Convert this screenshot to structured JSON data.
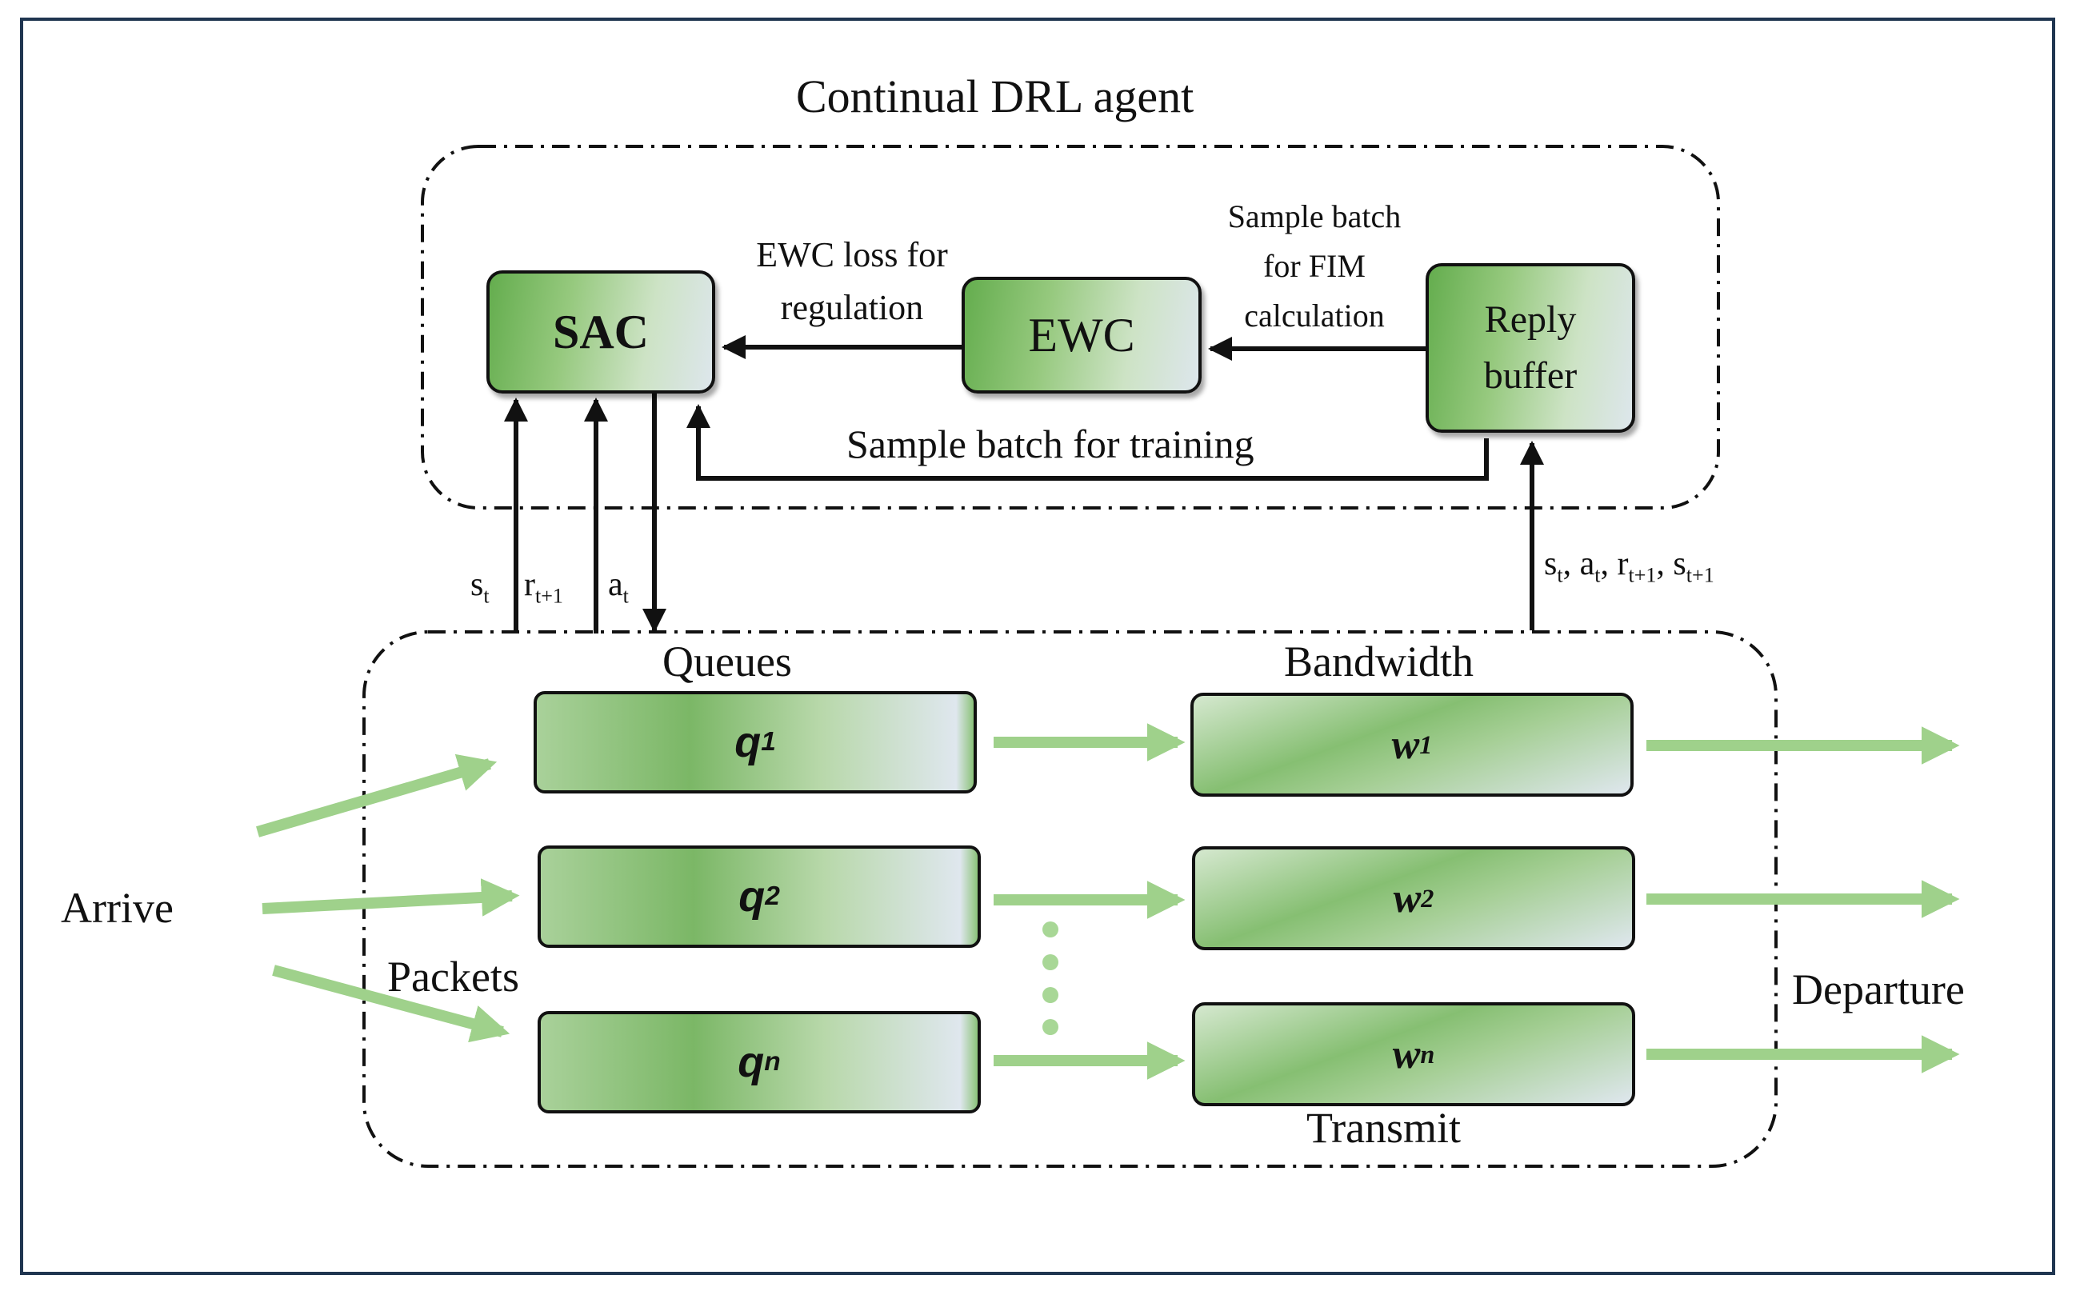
{
  "agent": {
    "title": "Continual DRL agent",
    "sac_label": "SAC",
    "ewc_label": "EWC",
    "buffer_line1": "Reply",
    "buffer_line2": "buffer",
    "ewc_loss_line1": "EWC loss for",
    "ewc_loss_line2": "regulation",
    "fim_line1": "Sample batch",
    "fim_line2": "for FIM",
    "fim_line3": "calculation",
    "training_label": "Sample batch for training"
  },
  "signals": {
    "s": "s",
    "s_sub": "t",
    "r": "r",
    "r_sub": "t+1",
    "a": "a",
    "a_sub": "t",
    "tuple": [
      {
        "v": "s",
        "sub": "t",
        "sep": ", "
      },
      {
        "v": "a",
        "sub": "t",
        "sep": ", "
      },
      {
        "v": "r",
        "sub": "t+1",
        "sep": ", "
      },
      {
        "v": "s",
        "sub": "t+1",
        "sep": ""
      }
    ]
  },
  "environment": {
    "queues_label": "Queues",
    "bandwidth_label": "Bandwidth",
    "transmit_label": "Transmit",
    "arrive_label": "Arrive",
    "packets_label": "Packets",
    "departure_label": "Departure",
    "queues": [
      {
        "name": "q",
        "sub": "1"
      },
      {
        "name": "q",
        "sub": "2"
      },
      {
        "name": "q",
        "sub": "n"
      }
    ],
    "bandwidths": [
      {
        "name": "w",
        "sub": "1"
      },
      {
        "name": "w",
        "sub": "2"
      },
      {
        "name": "w",
        "sub": "n"
      }
    ]
  },
  "colors": {
    "frame": "#1f3550",
    "node_green": "#64ad4e",
    "flow_arrow": "#9fd18b",
    "ellipsis_dot": "#a8d796"
  }
}
